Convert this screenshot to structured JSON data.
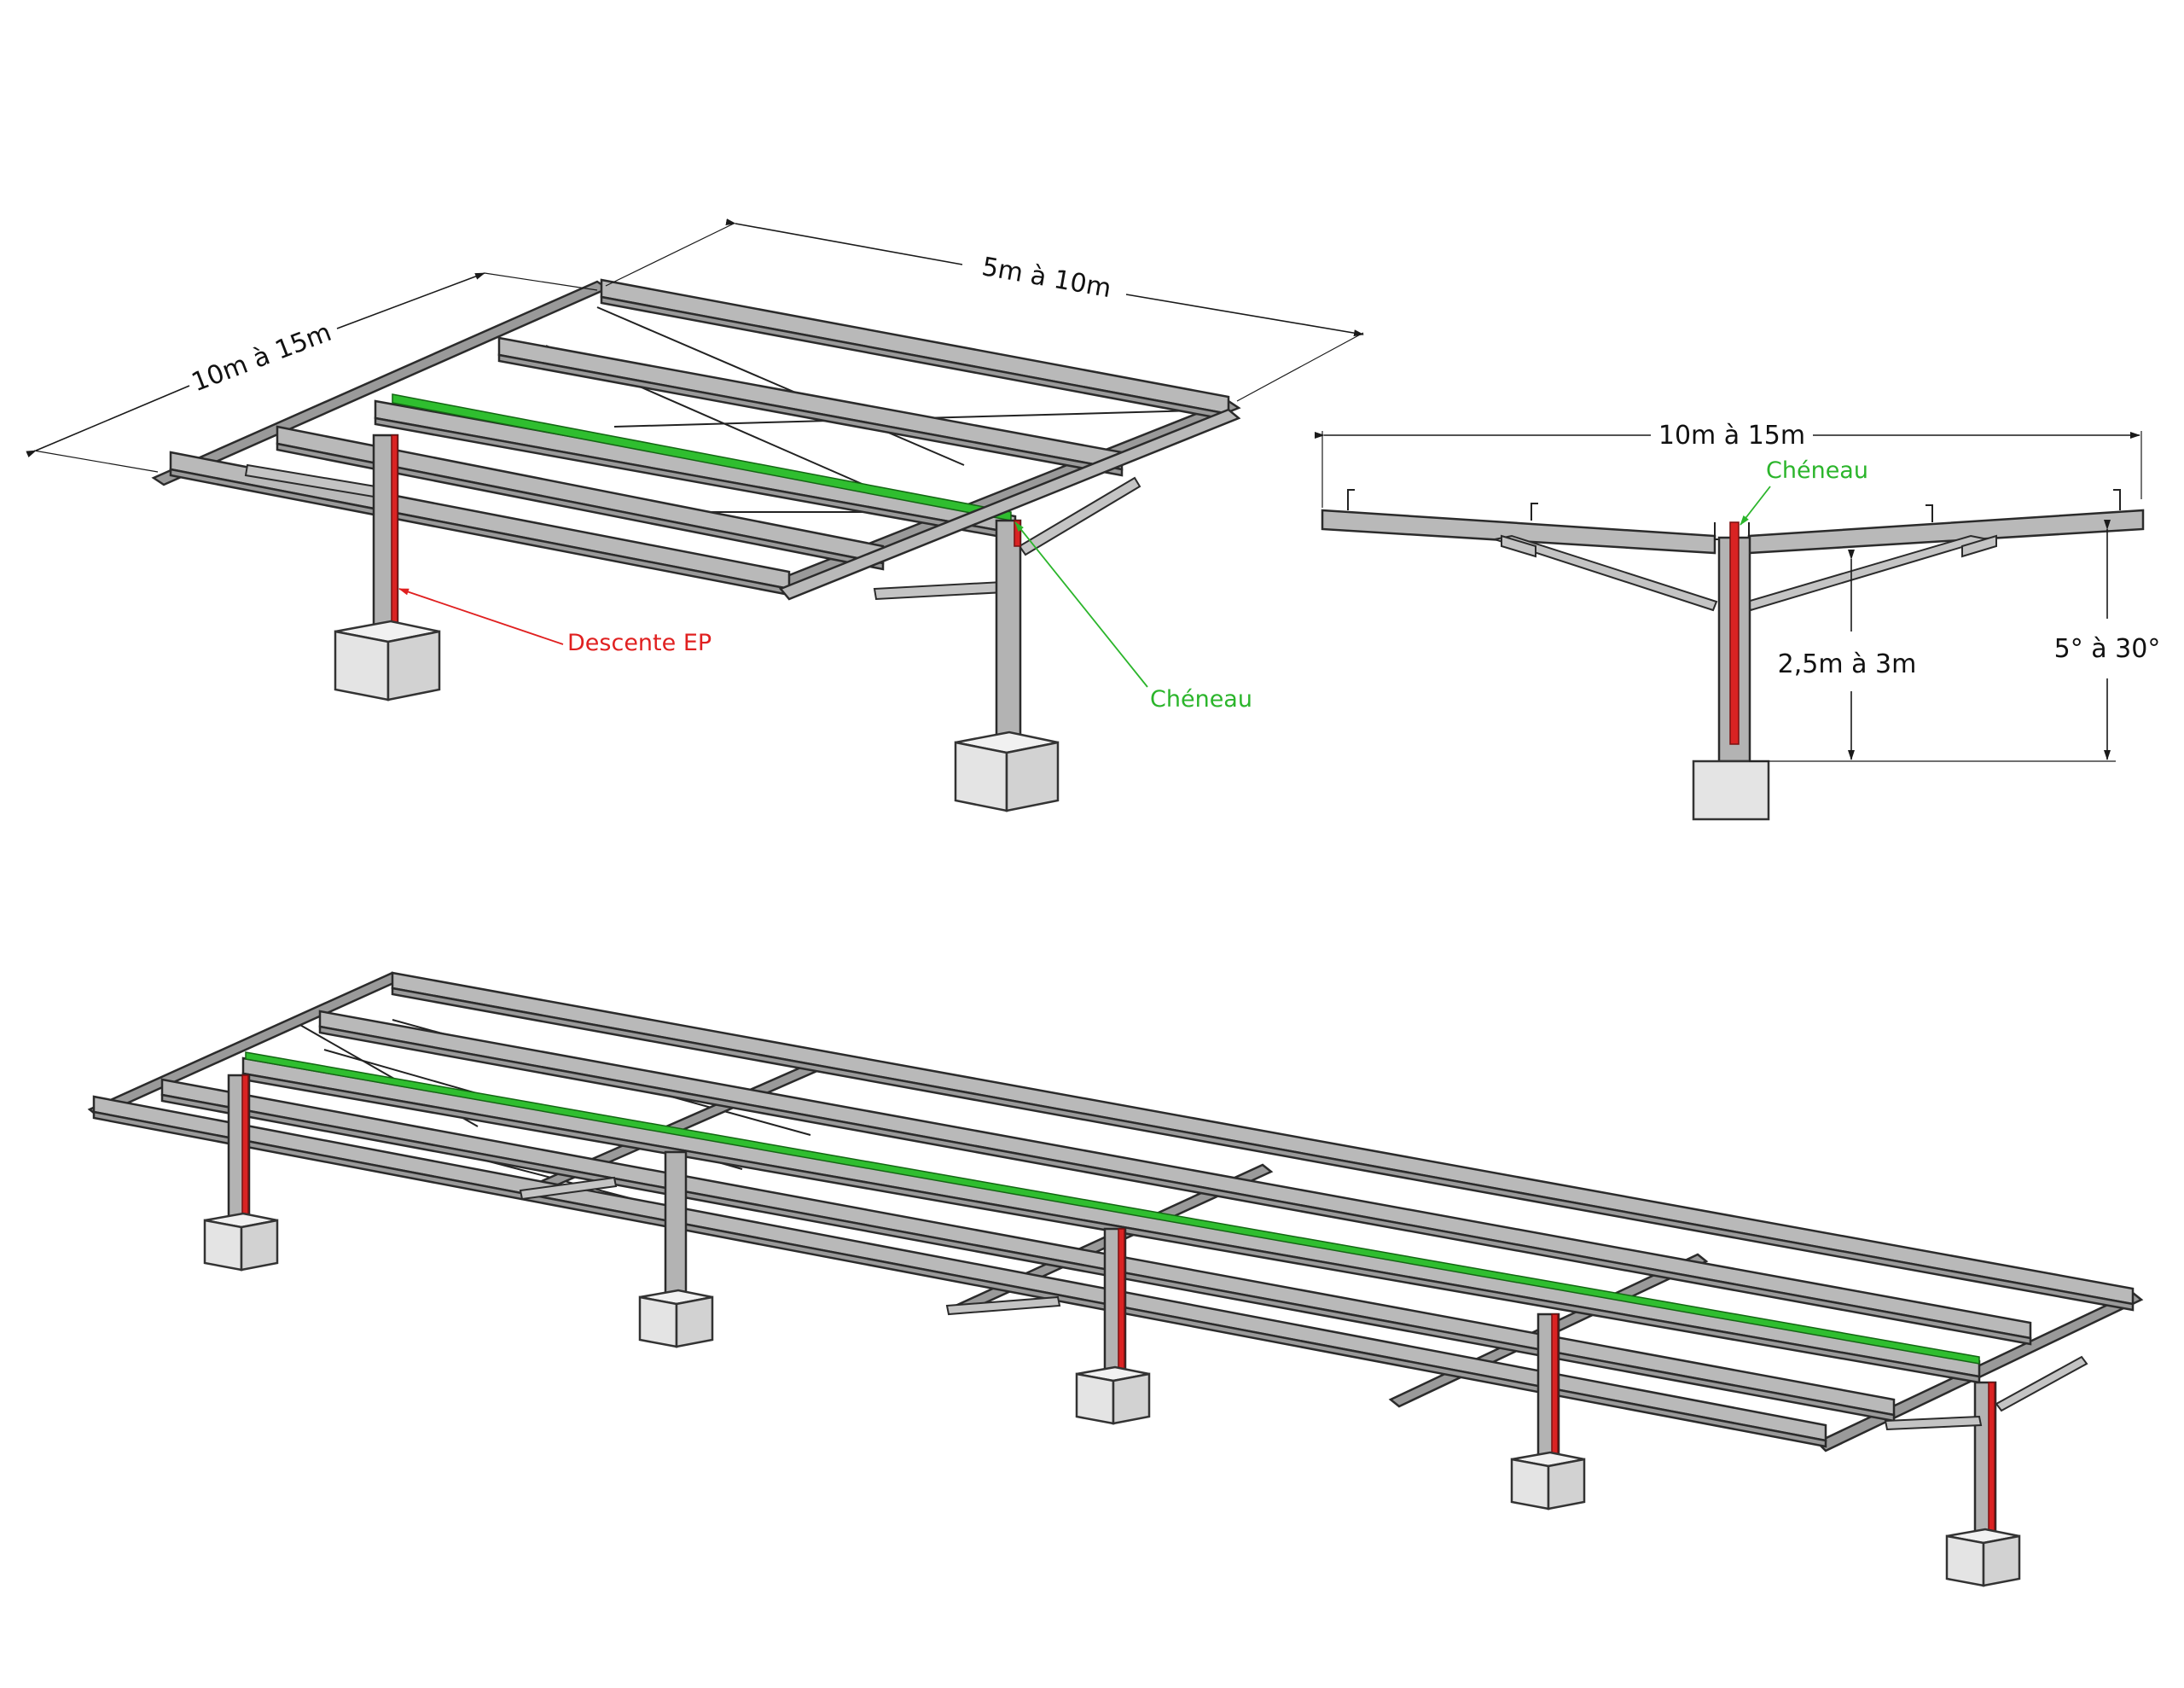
{
  "view_top_left": {
    "dim_length": "10m à 15m",
    "dim_width": "5m à 10m",
    "label_downpipe": "Descente EP",
    "label_gutter": "Chéneau"
  },
  "view_section": {
    "dim_span": "10m à 15m",
    "label_gutter": "Chéneau",
    "dim_height": "2,5m à 3m",
    "dim_angle": "5° à 30°"
  },
  "view_bottom": {
    "post_count": 5
  },
  "colors": {
    "downpipe": "#d92323",
    "gutter": "#2fbe2f",
    "steel": "#b9b9b9"
  }
}
